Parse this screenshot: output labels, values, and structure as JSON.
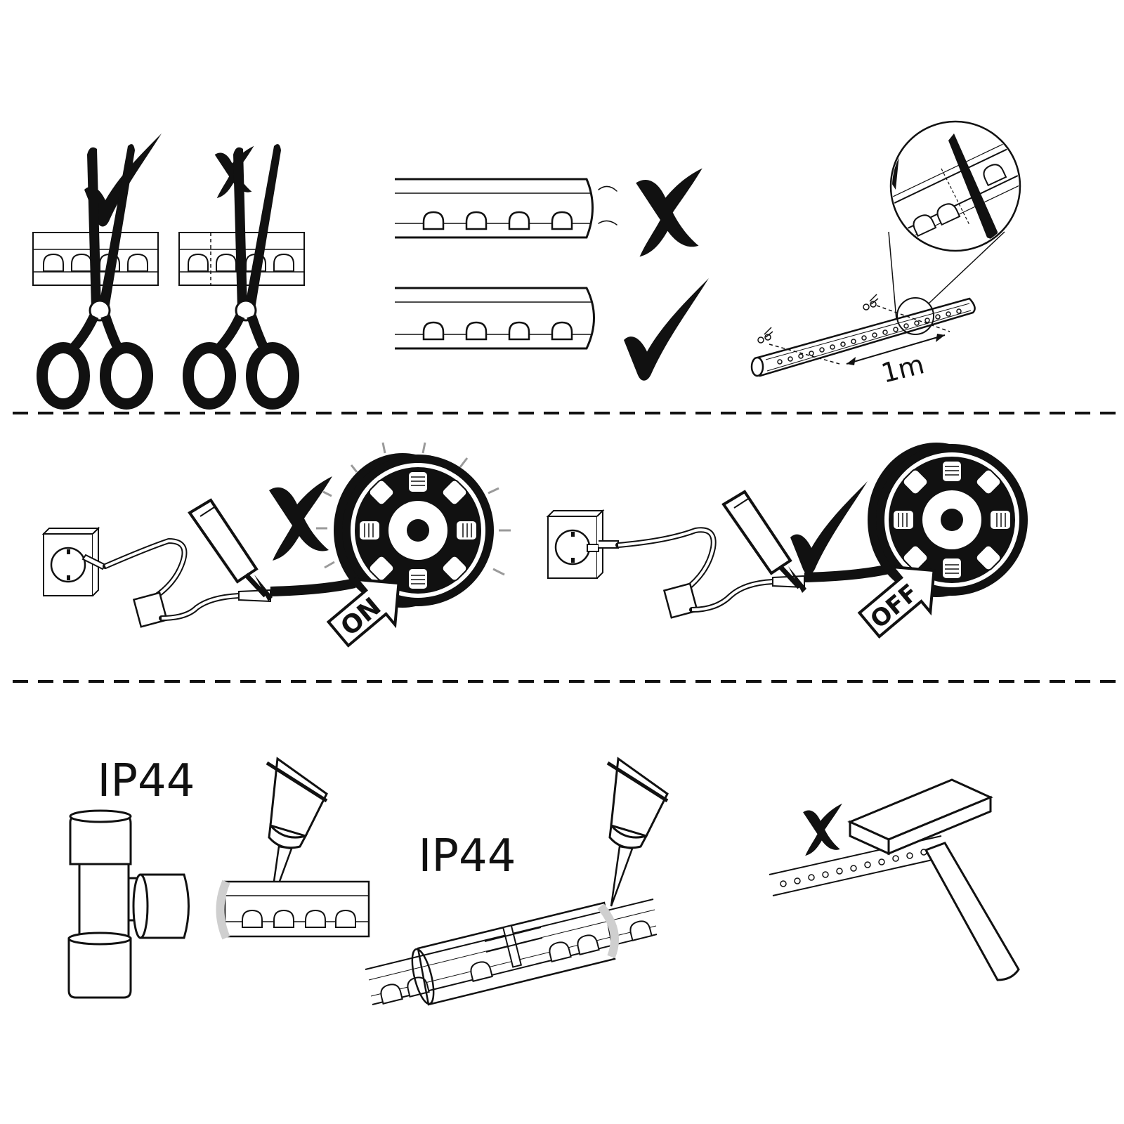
{
  "colors": {
    "ink": "#111111",
    "grey": "#9a9a9a",
    "light_grey": "#cfcfcf",
    "background": "#ffffff"
  },
  "labels": {
    "length_1m": "1m",
    "switch_on": "ON",
    "switch_off": "OFF",
    "ip_rating_connector": "IP44",
    "ip_rating_joint": "IP44"
  },
  "marks": {
    "correct": "check-mark-icon",
    "incorrect": "cross-mark-icon"
  }
}
